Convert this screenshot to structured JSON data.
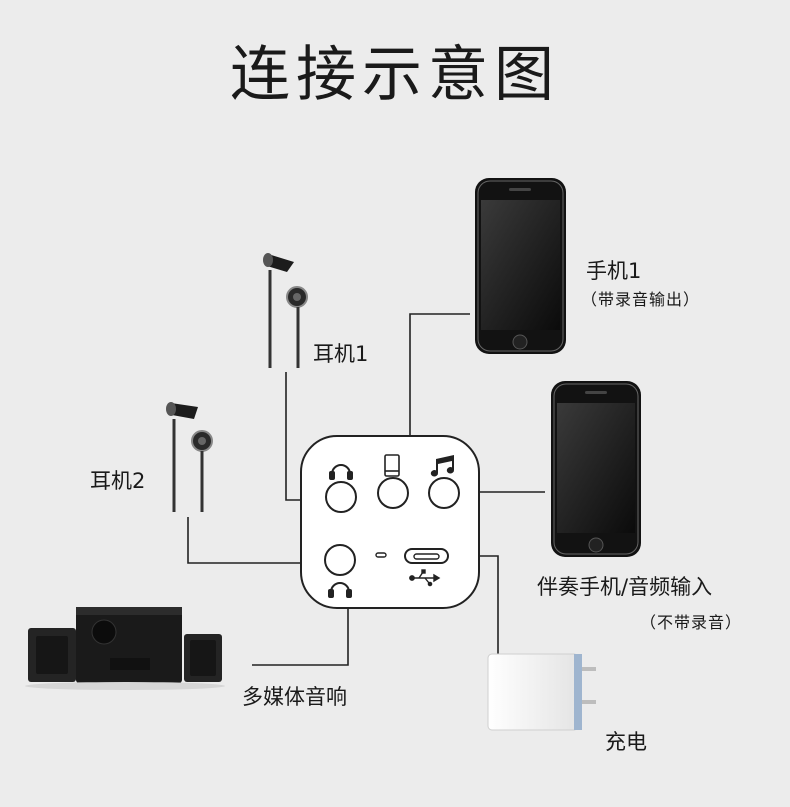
{
  "title": "连接示意图",
  "labels": {
    "phone1": "手机1",
    "phone1_note": "（带录音输出）",
    "earphone1": "耳机1",
    "earphone2": "耳机2",
    "phone2": "伴奏手机/音频输入",
    "phone2_note": "（不带录音）",
    "speaker": "多媒体音响",
    "charger": "充电"
  },
  "colors": {
    "background": "#ececec",
    "line": "#222222",
    "device_body": "#ffffff"
  },
  "icons": {
    "port1": "headphone-icon",
    "port2": "phone-icon",
    "port3": "music-note-icon",
    "port4": "headphone-icon",
    "port5": "usb-icon"
  }
}
